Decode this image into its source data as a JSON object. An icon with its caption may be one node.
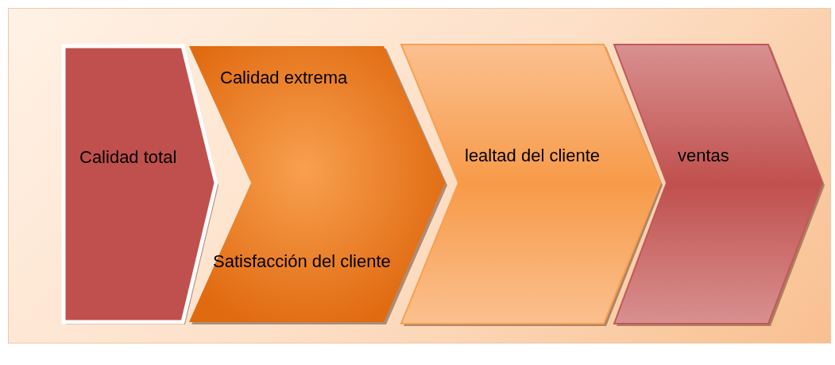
{
  "diagram": {
    "nodes": [
      {
        "text": [
          "Calidad total"
        ]
      },
      {
        "text": [
          "Calidad extrema",
          "Satisfacción del cliente"
        ]
      },
      {
        "text": [
          "lealtad del cliente"
        ]
      },
      {
        "text": [
          "ventas"
        ]
      }
    ]
  }
}
